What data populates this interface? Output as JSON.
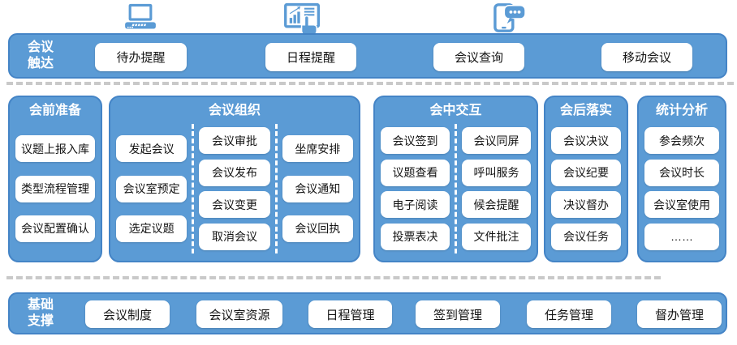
{
  "colors": {
    "primary_blue": "#5b9bd5",
    "band_border": "#4484c6",
    "divider_gray": "#c9c9c9",
    "pill_bg": "#ffffff",
    "text_dark": "#141414"
  },
  "icons": {
    "left": "laptop-icon",
    "center": "tablet-touch-chart-icon",
    "right": "phone-chat-icon"
  },
  "top_band": {
    "label": "会议触达",
    "items": [
      "待办提醒",
      "日程提醒",
      "会议查询",
      "移动会议"
    ]
  },
  "columns": [
    {
      "title": "会前准备",
      "groups": [
        [
          "议题上报入库",
          "类型流程管理",
          "会议配置确认"
        ]
      ]
    },
    {
      "title": "会议组织",
      "groups": [
        [
          "发起会议",
          "会议室预定",
          "选定议题"
        ],
        [
          "会议审批",
          "会议发布",
          "会议变更",
          "取消会议"
        ],
        [
          "坐席安排",
          "会议通知",
          "会议回执"
        ]
      ]
    },
    {
      "title": "会中交互",
      "groups": [
        [
          "会议签到",
          "议题查看",
          "电子阅读",
          "投票表决"
        ],
        [
          "会议同屏",
          "呼叫服务",
          "候会提醒",
          "文件批注"
        ]
      ]
    },
    {
      "title": "会后落实",
      "groups": [
        [
          "会议决议",
          "会议纪要",
          "决议督办",
          "会议任务"
        ]
      ]
    },
    {
      "title": "统计分析",
      "groups": [
        [
          "参会频次",
          "会议时长",
          "会议室使用",
          "……"
        ]
      ]
    }
  ],
  "bottom_band": {
    "label": "基础支撑",
    "items": [
      "会议制度",
      "会议室资源",
      "日程管理",
      "签到管理",
      "任务管理",
      "督办管理"
    ]
  }
}
